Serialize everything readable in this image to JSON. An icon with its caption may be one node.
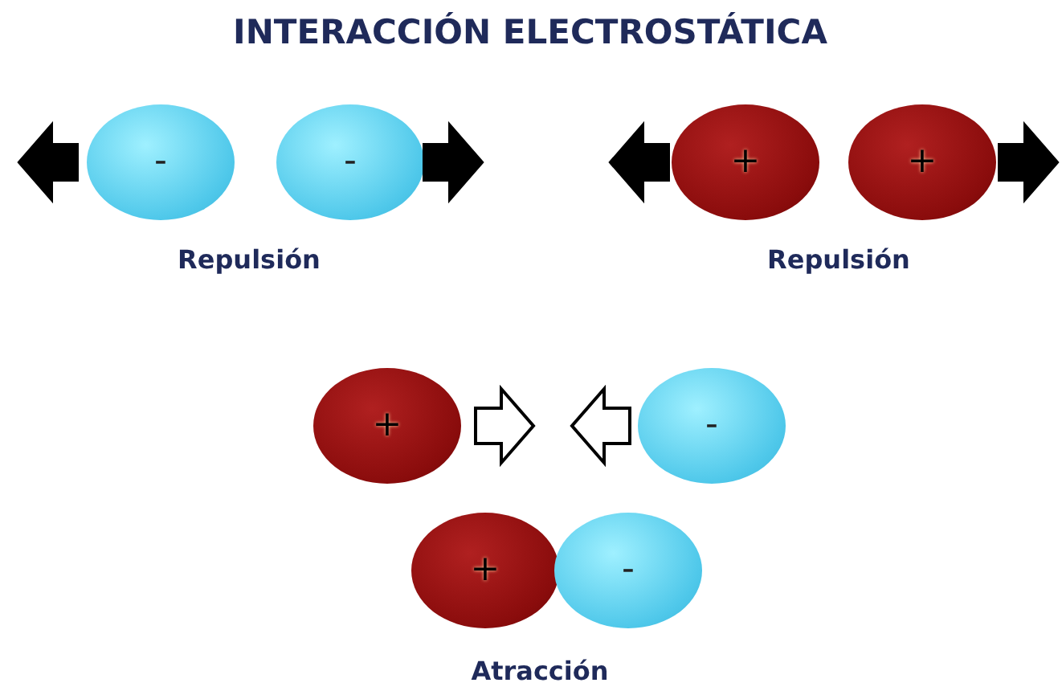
{
  "diagram": {
    "title": "INTERACCIÓN ELECTROSTÁTICA",
    "nodes": [
      {
        "text": [
          "-"
        ]
      },
      {
        "text": [
          "-"
        ]
      },
      {
        "text": [
          "+"
        ]
      },
      {
        "text": [
          "+"
        ]
      },
      {
        "text": [
          "+"
        ]
      },
      {
        "text": [
          "-"
        ]
      },
      {
        "text": [
          "+"
        ]
      },
      {
        "text": [
          "-"
        ]
      }
    ],
    "labels": [
      "Repulsión",
      "Repulsión",
      "Atracción"
    ]
  }
}
